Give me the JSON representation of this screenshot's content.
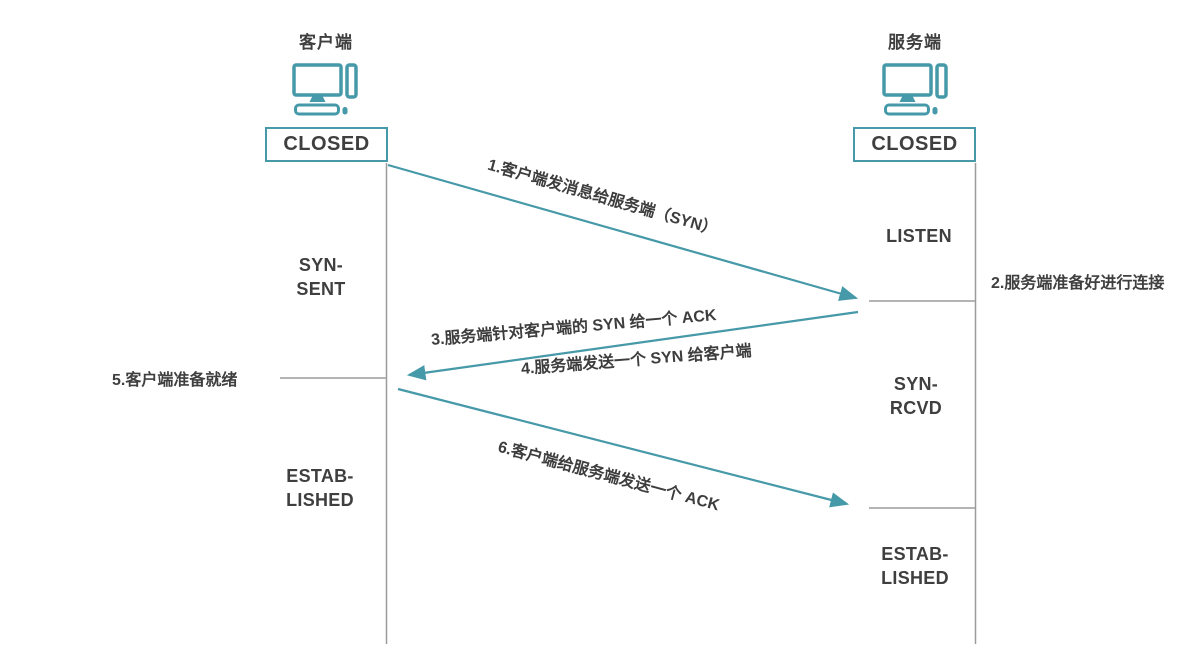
{
  "colors": {
    "accent": "#4699a8",
    "lifeline": "#9b9b9b",
    "text": "#3d3d3d"
  },
  "client": {
    "title": "客户端",
    "initial_state": "CLOSED",
    "states": {
      "syn_sent": "SYN-\nSENT",
      "established": "ESTAB-\nLISHED"
    },
    "note": "5.客户端准备就绪"
  },
  "server": {
    "title": "服务端",
    "initial_state": "CLOSED",
    "states": {
      "listen": "LISTEN",
      "syn_rcvd": "SYN-\nRCVD",
      "established": "ESTAB-\nLISHED"
    },
    "note": "2.服务端准备好进行连接"
  },
  "messages": {
    "m1": "1.客户端发消息给服务端（SYN）",
    "m3": "3.服务端针对客户端的 SYN 给一个 ACK",
    "m4": "4.服务端发送一个 SYN 给客户端",
    "m6": "6.客户端给服务端发送一个 ACK"
  }
}
